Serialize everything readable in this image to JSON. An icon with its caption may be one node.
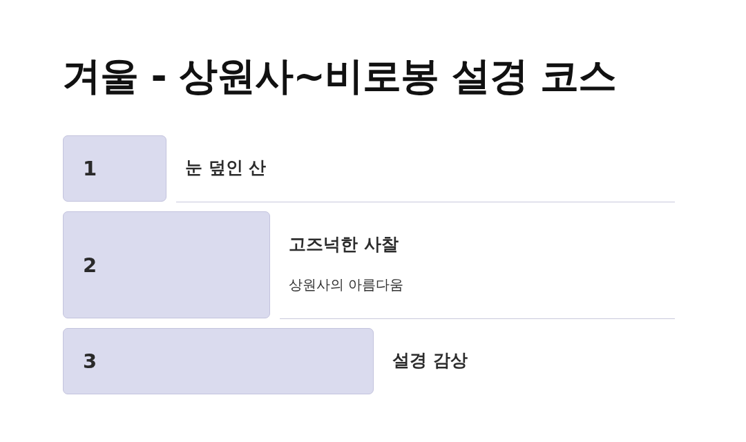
{
  "diagram": {
    "title": "겨울 - 상원사~비로봉 설경 코스",
    "nodes": [
      {
        "text": [
          "1"
        ],
        "beside": [
          "눈 덮인 산"
        ]
      },
      {
        "text": [
          "2"
        ],
        "beside": [
          "고즈넉한 사찰",
          "상원사의 아름다움"
        ]
      },
      {
        "text": [
          "3"
        ],
        "beside": [
          "설경 감상"
        ]
      }
    ]
  }
}
